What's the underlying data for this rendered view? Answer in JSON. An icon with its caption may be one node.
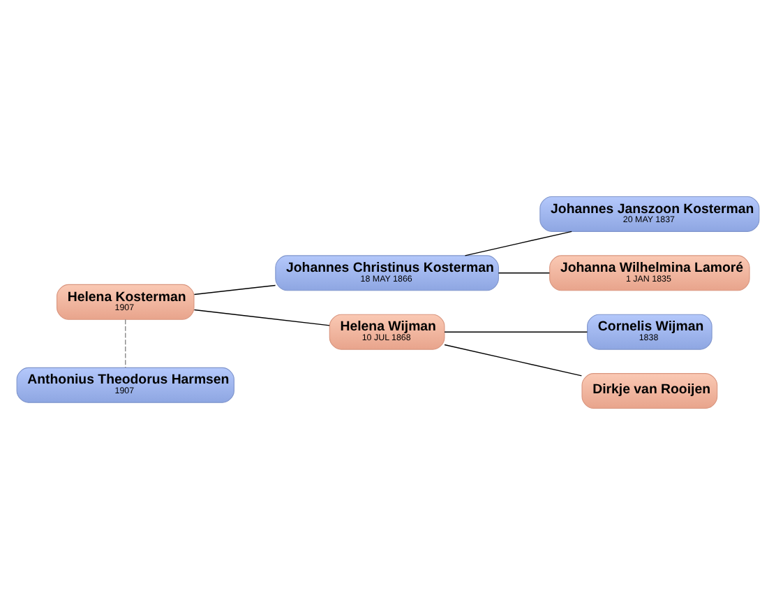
{
  "diagram": {
    "nodes": [
      {
        "text": [
          "Helena Kosterman",
          "1907"
        ]
      },
      {
        "text": [
          "Johannes Christinus Kosterman",
          "18 MAY 1866"
        ]
      },
      {
        "text": [
          "Johannes Janszoon Kosterman",
          "20 MAY 1837"
        ]
      },
      {
        "text": [
          "Johanna Wilhelmina Lamoré",
          "1 JAN 1835"
        ]
      },
      {
        "text": [
          "Helena Wijman",
          "10 JUL 1868"
        ]
      },
      {
        "text": [
          "Cornelis Wijman",
          "1838"
        ]
      },
      {
        "text": [
          "Dirkje van Rooijen"
        ]
      },
      {
        "text": [
          "Anthonius Theodorus Harmsen",
          "1907"
        ]
      }
    ],
    "edges": [
      {
        "from": 0,
        "to": 1,
        "arrow": "none"
      },
      {
        "from": 0,
        "to": 4,
        "arrow": "none"
      },
      {
        "from": 1,
        "to": 2,
        "arrow": "none"
      },
      {
        "from": 1,
        "to": 3,
        "arrow": "none"
      },
      {
        "from": 4,
        "to": 5,
        "arrow": "none"
      },
      {
        "from": 4,
        "to": 6,
        "arrow": "none"
      },
      {
        "from": 0,
        "to": 7,
        "arrow": "none",
        "style": "dashed",
        "color": "#888888"
      }
    ]
  }
}
